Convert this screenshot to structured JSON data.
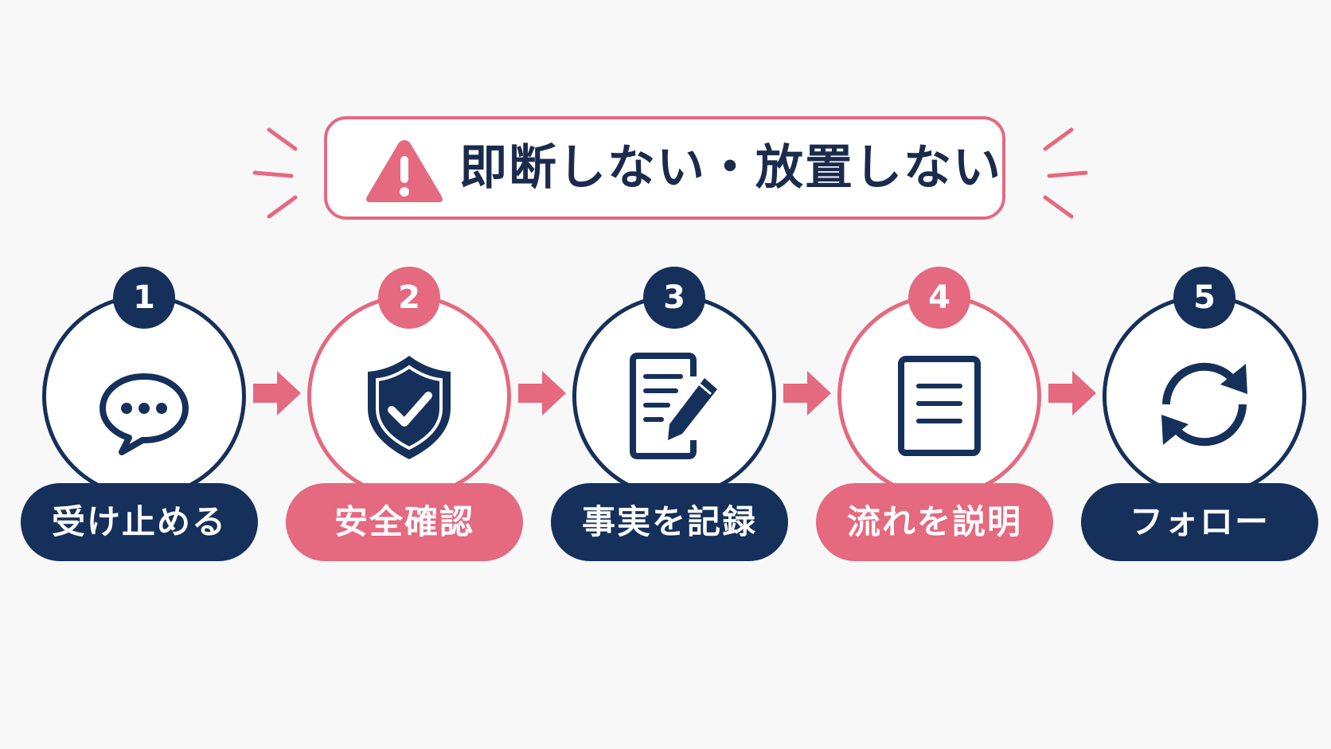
{
  "banner": {
    "title": "即断しない・放置しない",
    "icon": "warning-triangle-icon"
  },
  "colors": {
    "navy": "#15305a",
    "pink": "#e5697f",
    "title_text": "#1a2b4d",
    "background": "#f8f8f9"
  },
  "steps": [
    {
      "number": "1",
      "label": "受け止める",
      "icon": "speech-bubble-icon",
      "theme": "navy"
    },
    {
      "number": "2",
      "label": "安全確認",
      "icon": "shield-check-icon",
      "theme": "pink"
    },
    {
      "number": "3",
      "label": "事実を記録",
      "icon": "document-pen-icon",
      "theme": "navy"
    },
    {
      "number": "4",
      "label": "流れを説明",
      "icon": "document-icon",
      "theme": "pink"
    },
    {
      "number": "5",
      "label": "フォロー",
      "icon": "refresh-cycle-icon",
      "theme": "navy"
    }
  ],
  "connectors": {
    "icon": "arrow-right-icon",
    "count": 4
  }
}
